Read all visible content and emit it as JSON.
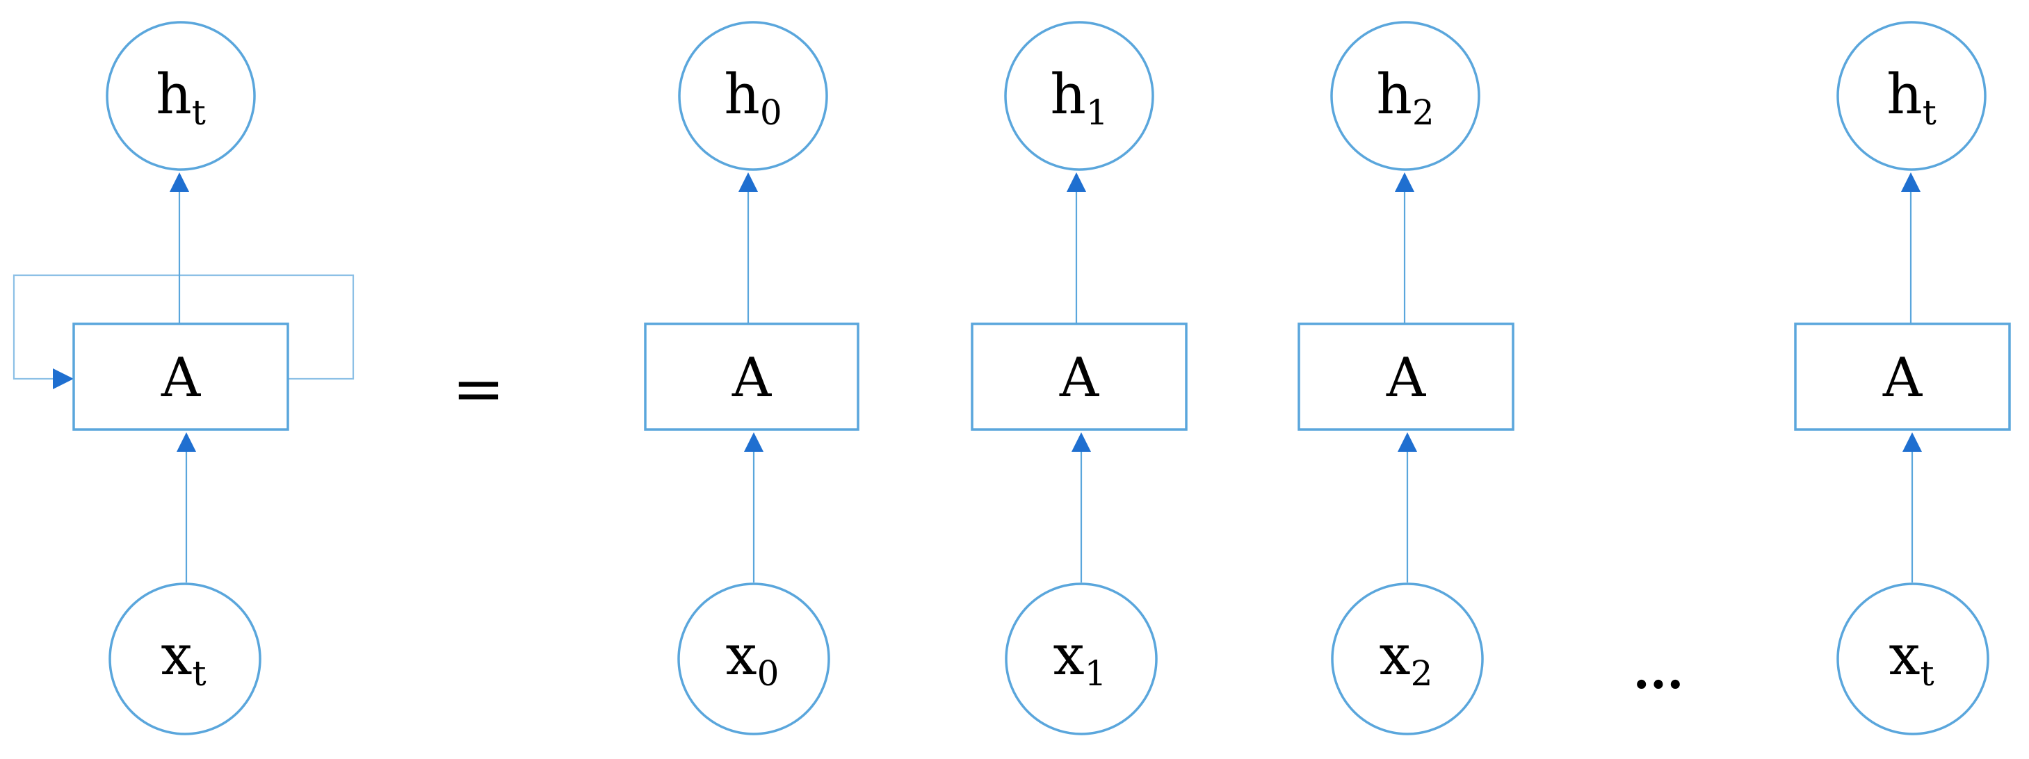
{
  "diagram": {
    "folded": {
      "output": {
        "base": "h",
        "sub": "t"
      },
      "cell": "A",
      "input": {
        "base": "x",
        "sub": "t"
      }
    },
    "equals": "=",
    "unrolled": [
      {
        "output": {
          "base": "h",
          "sub": "0"
        },
        "cell": "A",
        "input": {
          "base": "x",
          "sub": "0"
        }
      },
      {
        "output": {
          "base": "h",
          "sub": "1"
        },
        "cell": "A",
        "input": {
          "base": "x",
          "sub": "1"
        }
      },
      {
        "output": {
          "base": "h",
          "sub": "2"
        },
        "cell": "A",
        "input": {
          "base": "x",
          "sub": "2"
        }
      },
      {
        "output": {
          "base": "h",
          "sub": "t"
        },
        "cell": "A",
        "input": {
          "base": "x",
          "sub": "t"
        }
      }
    ],
    "ellipsis": "..."
  },
  "colors": {
    "stroke": "#5aa6dc",
    "arrowhead": "#1f6fd0"
  }
}
